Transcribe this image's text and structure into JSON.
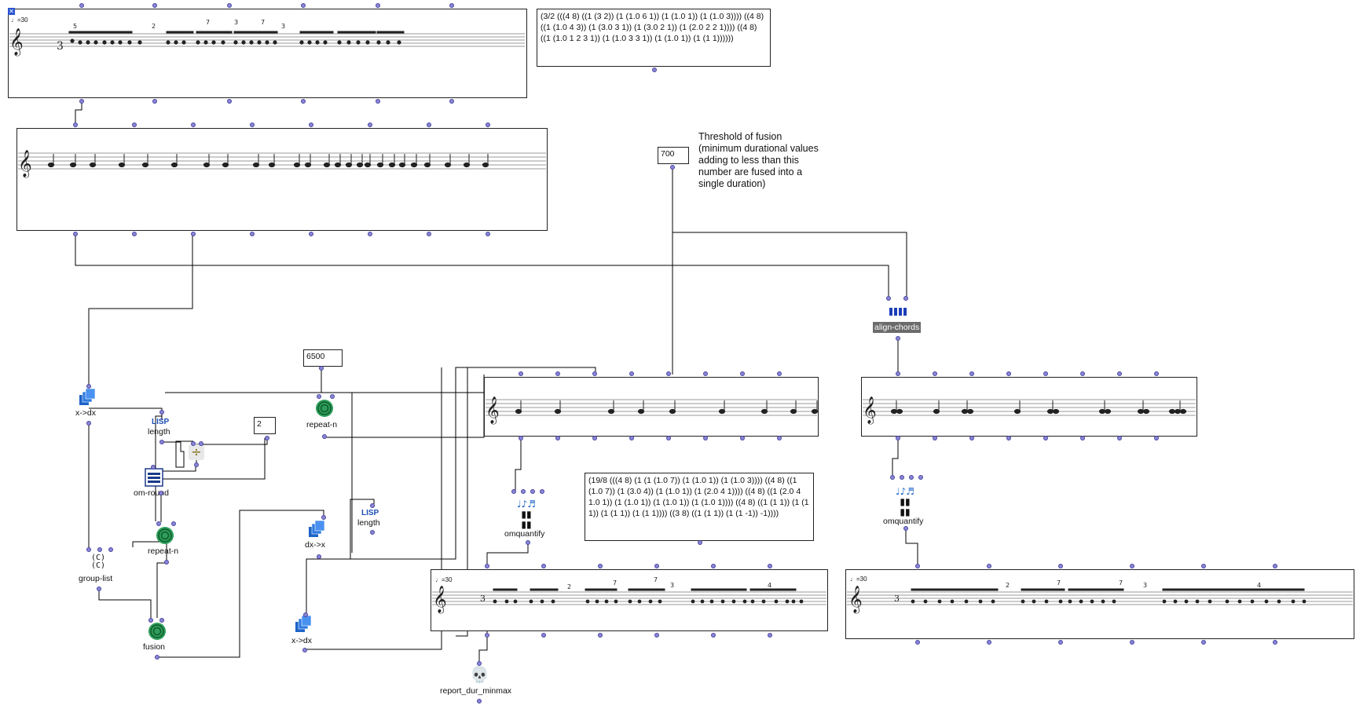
{
  "window": {
    "title": ""
  },
  "colors": {
    "port": "#8a86d6",
    "wire": "#000000",
    "label_bg": "#6b6b6b",
    "icon_blue": "#1d64c8",
    "icon_green": "#2e9e5a"
  },
  "score_boxes": {
    "top_voice": {
      "tempo": "♩=30",
      "time_sig": "3/8"
    },
    "chord_seq": {},
    "mid_voice_1": {},
    "mid_voice_2": {},
    "result_voice_1": {
      "tempo": "♩=30",
      "time_sig": "3/8"
    },
    "result_voice_2": {
      "tempo": "♩=30",
      "time_sig": "3/8"
    }
  },
  "text_boxes": {
    "tree_top": "(3/2 (((4 8) ((1 (3 2)) (1 (1.0 6 1)) (1 (1.0 1)) (1 (1.0 3)))) ((4 8) ((1 (1.0 4 3)) (1 (3.0 3 1)) (1 (3.0 2 1)) (1 (2.0 2 2 1)))) ((4 8) ((1 (1.0 1 2 3 1)) (1 (1.0 3 3 1)) (1 (1.0 1)) (1 (1 1))))))",
    "tree_mid": "(19/8 (((4 8) (1 (1 (1.0 7)) (1 (1.0 1)) (1 (1.0 3)))) ((4 8) ((1 (1.0 7)) (1 (3.0 4)) (1 (1.0 1)) (1 (2.0 4 1)))) ((4 8) ((1 (2.0 4 1.0 1)) (1 (1.0 1)) (1 (1.0 1)) (1 (1.0 1)))) ((4 8) ((1 (1 1)) (1 (1 1)) (1 (1 1)) (1 (1 1)))) ((3 8) ((1 (1 1)) (1 (1 -1)) -1))))"
  },
  "numbers": {
    "threshold": "700",
    "repeat_count": "6500",
    "divisor": "2"
  },
  "comment": {
    "line1": "Threshold of fusion",
    "line2": "(minimum durational values",
    "line3": "adding to less than this",
    "line4": "number are fused into a",
    "line5": "single duration)"
  },
  "boxes": {
    "x_dx_1": {
      "label": "x->dx",
      "icon": "x-dx-icon"
    },
    "lisp_length_1": {
      "lisp": "LISP",
      "label": "length"
    },
    "divide": {
      "label": "",
      "icon": "divide-icon"
    },
    "om_round": {
      "label": "om-round",
      "icon": "om-round-icon"
    },
    "repeat_n_1": {
      "label": "repeat-n",
      "icon": "spiral-icon"
    },
    "repeat_n_2": {
      "label": "repeat-n",
      "icon": "spiral-icon"
    },
    "group_list": {
      "label": "group-list",
      "icon": "group-list-icon"
    },
    "fusion": {
      "label": "fusion",
      "icon": "spiral-icon"
    },
    "dx_x": {
      "label": "dx->x",
      "icon": "dx-x-icon"
    },
    "lisp_length_2": {
      "lisp": "LISP",
      "label": "length"
    },
    "x_dx_2": {
      "label": "x->dx",
      "icon": "x-dx-icon"
    },
    "omquantify_1": {
      "label": "omquantify",
      "icon": "quantify-icon"
    },
    "omquantify_2": {
      "label": "omquantify",
      "icon": "quantify-icon"
    },
    "align_chords": {
      "label": "align-chords",
      "icon": "align-chords-icon"
    },
    "report": {
      "label": "report_dur_minmax",
      "icon": "skull-icon"
    }
  }
}
